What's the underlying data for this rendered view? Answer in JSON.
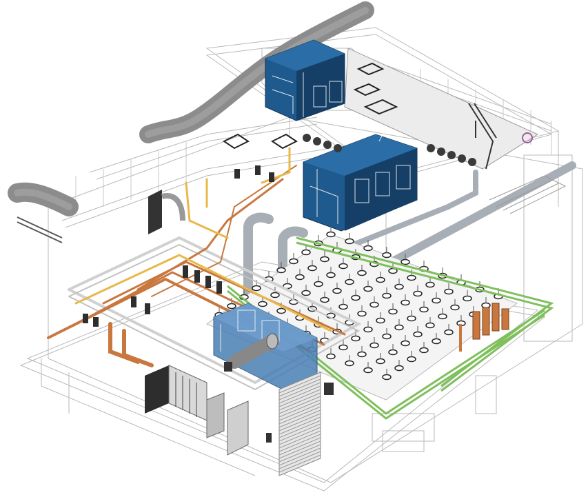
{
  "scene": {
    "kind": "isometric BIM model of a mechanical plant room",
    "colors": {
      "background": "#ffffff",
      "wireframe": "#b9b9b9",
      "duct_grey": "#8c8c8c",
      "pipe_grey": "#a7aeb6",
      "ahu_blue": "#1f5a8e",
      "ahu_blue_dark": "#153f66",
      "pump_blue": "#4a7fb5",
      "copper": "#c8773f",
      "yellow_pipe": "#e8b84a",
      "green_tray": "#7fbf5c",
      "equipment_grey": "#cfcfcf",
      "black_frame": "#222222"
    },
    "components": [
      {
        "id": "roof-exhaust-duct",
        "icon": "duct-icon"
      },
      {
        "id": "left-intake-duct",
        "icon": "duct-icon"
      },
      {
        "id": "air-handling-unit-upper",
        "icon": "ahu-icon"
      },
      {
        "id": "air-handling-unit-lower",
        "icon": "ahu-icon"
      },
      {
        "id": "pump-skid",
        "icon": "pump-icon"
      },
      {
        "id": "boiler-plinth-grid",
        "icon": "valve-icon"
      },
      {
        "id": "copper-pipe-header",
        "icon": "pipe-icon"
      },
      {
        "id": "electrical-panels",
        "icon": "panel-icon"
      },
      {
        "id": "roller-shutter-door",
        "icon": "door-icon"
      },
      {
        "id": "davit-crane",
        "icon": "crane-icon"
      }
    ]
  }
}
